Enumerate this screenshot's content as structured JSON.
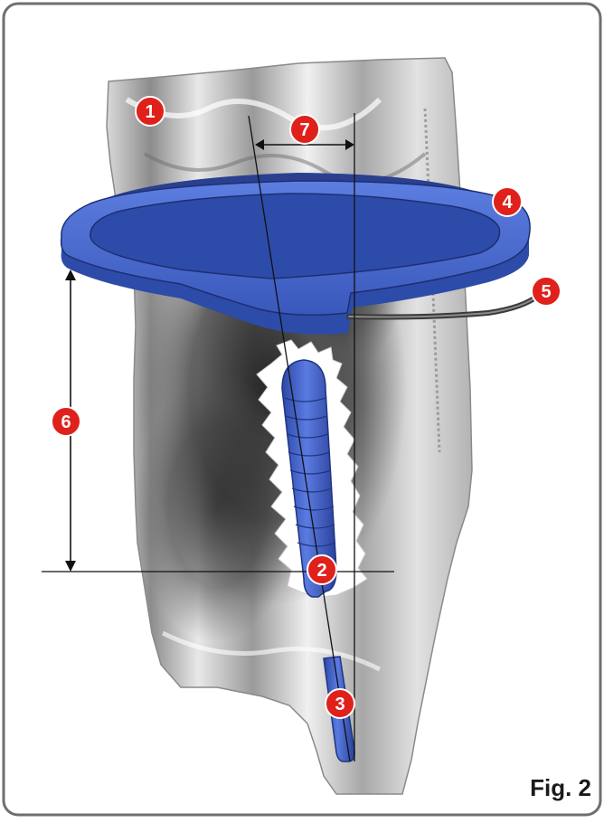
{
  "figure": {
    "label": "Fig. 2",
    "colors": {
      "ring": "#3f5fbf",
      "ring_dark": "#23367e",
      "marker": "#e0201b",
      "frame": "#6f6f6f"
    }
  },
  "markers": [
    {
      "id": "1",
      "text": "1"
    },
    {
      "id": "2",
      "text": "2"
    },
    {
      "id": "3",
      "text": "3"
    },
    {
      "id": "4",
      "text": "4"
    },
    {
      "id": "5",
      "text": "5"
    },
    {
      "id": "6",
      "text": "6"
    },
    {
      "id": "7",
      "text": "7"
    }
  ]
}
